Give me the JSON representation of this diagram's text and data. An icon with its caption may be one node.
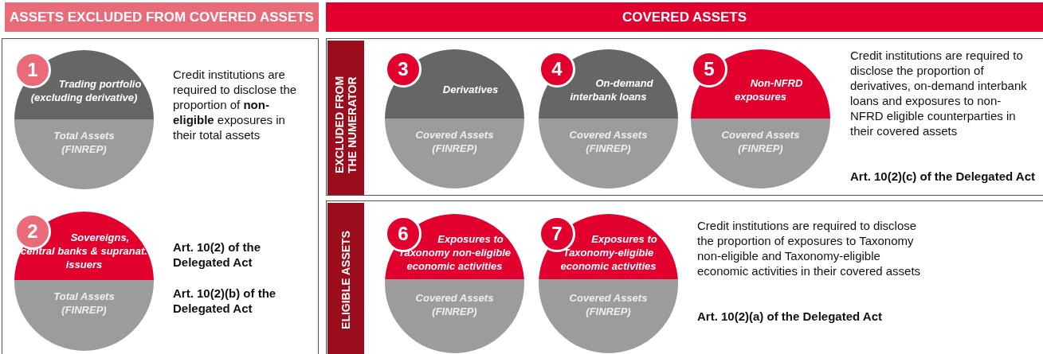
{
  "diagram": {
    "nodes": [
      {
        "text": [
          "ASSETS EXCLUDED FROM COVERED ASSETS"
        ]
      },
      {
        "text": [
          "COVERED ASSETS"
        ]
      },
      {
        "text": [],
        "shape": "box"
      },
      {
        "text": [
          "1",
          "Trading portfolio (excluding derivative)",
          "Total Assets (FINREP)"
        ],
        "in": 2
      },
      {
        "text": [
          "2",
          "Sovereigns, central banks & supranat. issuers",
          "Total Assets (FINREP)"
        ],
        "in": 2
      },
      {
        "text": [],
        "shape": "box"
      },
      {
        "text": [
          "EXCLUDED FROM THE NUMERATOR"
        ],
        "in": 5
      },
      {
        "text": [
          "3",
          "Derivatives",
          "Covered Assets (FINREP)"
        ],
        "in": 5
      },
      {
        "text": [
          "4",
          "On-demand interbank loans",
          "Covered Assets (FINREP)"
        ],
        "in": 5
      },
      {
        "text": [
          "5",
          "Non-NFRD exposures",
          "Covered Assets (FINREP)"
        ],
        "in": 5
      },
      {
        "text": [],
        "shape": "box"
      },
      {
        "text": [
          "ELIGIBLE ASSETS"
        ],
        "in": 10
      },
      {
        "text": [
          "6",
          "Exposures to Taxonomy non-eligible economic activities",
          "Covered Assets (FINREP)"
        ],
        "in": 10
      },
      {
        "text": [
          "7",
          "Exposures to Taxonomy-eligible economic activities",
          "Covered Assets (FINREP)"
        ],
        "in": 10
      }
    ],
    "labels": [
      "Credit institutions are required to disclose the proportion of **non-eligible** exposures in their total assets",
      "Art. 10(2) of the Delegated Act",
      "Art. 10(2)(b) of the Delegated Act",
      "Credit institutions are required to disclose the proportion of derivatives, on-demand interbank loans and  exposures to non-NFRD eligible counterparties in their covered assets",
      "Art. 10(2)(c) of the Delegated Act",
      "Credit institutions are required to disclose the proportion of exposures to Taxonomy non-eligible and Taxonomy-eligible economic activities in their covered assets",
      "Art. 10(2)(a) of the Delegated Act"
    ]
  }
}
